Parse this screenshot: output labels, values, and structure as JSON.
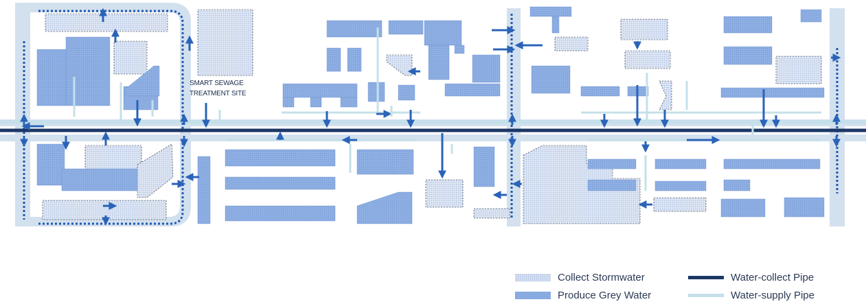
{
  "site_label": {
    "line1": "SMART SEWAGE",
    "line2": "TREATMENT SITE"
  },
  "legend": {
    "collect_stormwater": "Collect Stormwater",
    "produce_grey_water": "Produce Grey Water",
    "water_collect_pipe": "Water-collect Pipe",
    "water_supply_pipe": "Water-supply Pipe"
  },
  "colors": {
    "stormwater_fill": "#dfe7f4",
    "grey_water_fill": "#8fb0e3",
    "collect_pipe": "#1b3766",
    "supply_pipe": "#c5e0ea",
    "road": "#d3e0ee",
    "arrow": "#2a63b8"
  }
}
